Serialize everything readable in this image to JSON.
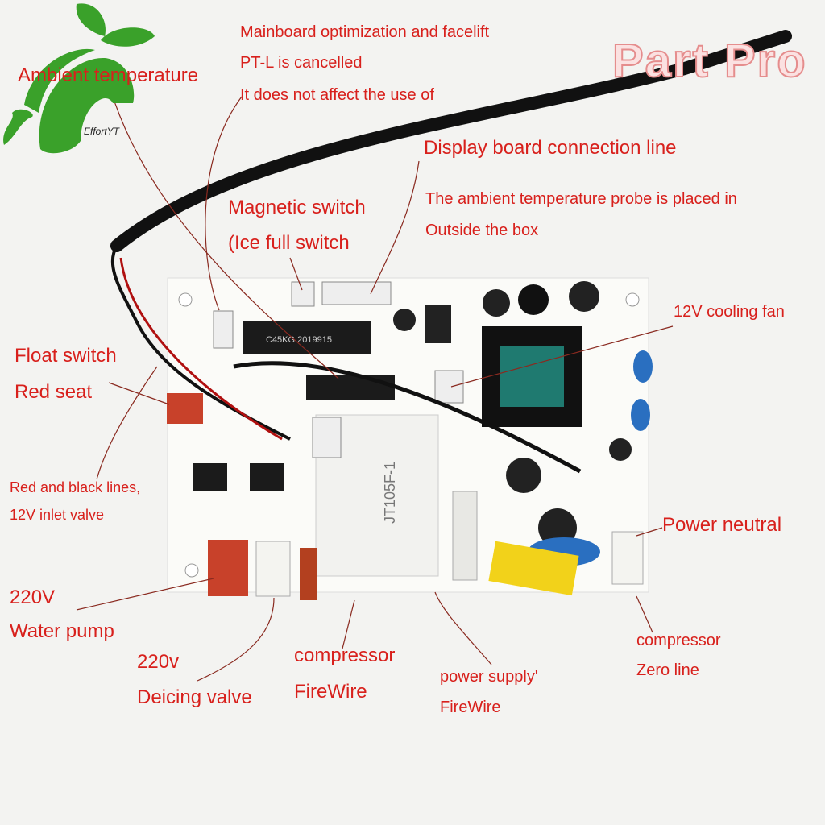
{
  "watermark": "Part Pro",
  "logo": {
    "text": "EffortYT",
    "color": "#3aa12a"
  },
  "accent_color": "#d8201c",
  "labels": {
    "ambient_probe": "Ambient temperature",
    "mainboard_1": "Mainboard optimization and facelift",
    "mainboard_2": "PT-L is cancelled",
    "mainboard_3": "It does not affect the use of",
    "display_board": "Display board connection line",
    "magnetic_1": "Magnetic switch",
    "magnetic_2": "(Ice full switch",
    "ambient_placed_1": "The ambient temperature probe is placed in",
    "ambient_placed_2": "Outside the box",
    "cooling_fan": "12V cooling fan",
    "float_switch": "Float switch",
    "red_seat": "Red seat",
    "inlet_1": "Red and black lines,",
    "inlet_2": "12V inlet valve",
    "power_neutral": "Power neutral",
    "pump_1": "220V",
    "pump_2": "Water pump",
    "deicing_1": "220v",
    "deicing_2": "Deicing valve",
    "comp_fire_1": "compressor",
    "comp_fire_2": "FireWire",
    "supply_1": "power supply'",
    "supply_2": "FireWire",
    "comp_zero_1": "compressor",
    "comp_zero_2": "Zero line"
  },
  "board": {
    "relay_text": "JT105F-1",
    "chip_text": "C45KG 2019915"
  }
}
